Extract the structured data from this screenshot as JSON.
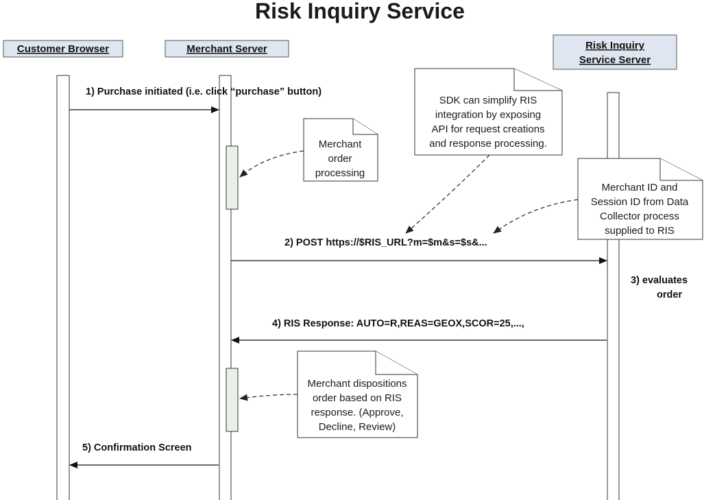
{
  "title": "Risk Inquiry Service",
  "actors": {
    "customer_browser": "Customer Browser",
    "merchant_server": "Merchant Server",
    "ris_server_line1": "Risk Inquiry",
    "ris_server_line2": "Service Server"
  },
  "messages": {
    "m1": "1) Purchase initiated (i.e. click “purchase” button)",
    "m2": "2) POST https://$RIS_URL?m=$m&s=$s&...",
    "m3_line1": "3)  evaluates",
    "m3_line2": "order",
    "m4": "4) RIS Response: AUTO=R,REAS=GEOX,SCOR=25,...,",
    "m5": "5) Confirmation Screen"
  },
  "notes": {
    "sdk": [
      "SDK can simplify RIS",
      "integration by exposing",
      "API for request creations",
      "and response processing."
    ],
    "order_processing": [
      "Merchant",
      "order",
      "processing"
    ],
    "merchant_id": [
      "Merchant ID and",
      "Session ID from Data",
      "Collector process",
      "supplied to RIS"
    ],
    "dispositions": [
      "Merchant dispositions",
      "order based on RIS",
      "response. (Approve,",
      "Decline, Review)"
    ]
  }
}
